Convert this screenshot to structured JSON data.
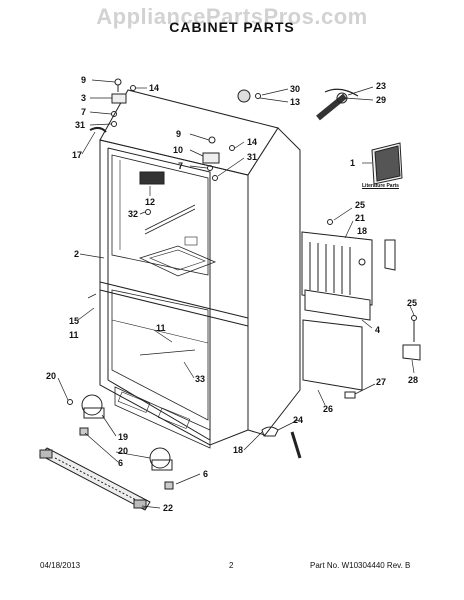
{
  "watermark": "AppliancePartsPros.com",
  "title": "CABINET PARTS",
  "literature_label": "Literature Parts",
  "labels": [
    "9",
    "14",
    "3",
    "7",
    "31",
    "17",
    "30",
    "13",
    "23",
    "29",
    "9",
    "14",
    "10",
    "7",
    "31",
    "1",
    "12",
    "32",
    "25",
    "21",
    "18",
    "2",
    "25",
    "15",
    "11",
    "4",
    "11",
    "33",
    "20",
    "27",
    "26",
    "28",
    "19",
    "20",
    "6",
    "24",
    "18",
    "6",
    "22"
  ],
  "footer": {
    "date": "04/18/2013",
    "page": "2",
    "part": "Part No. W10304440  Rev. B"
  }
}
